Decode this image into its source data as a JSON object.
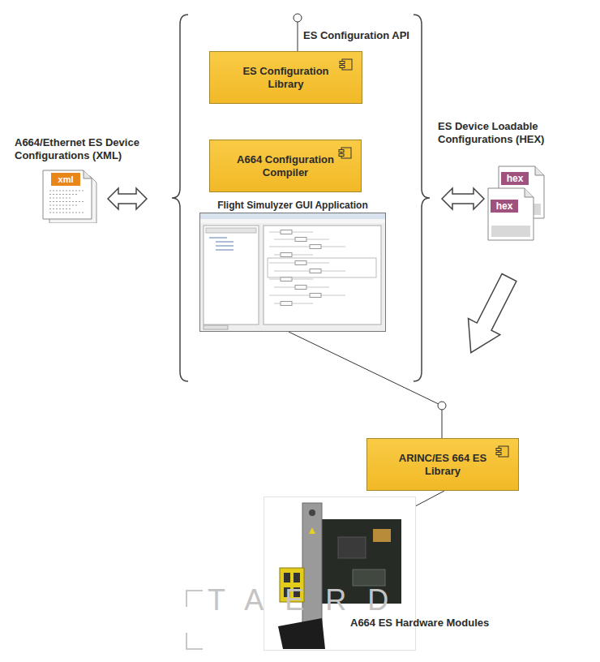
{
  "diagram": {
    "nodes": [
      {
        "text": [
          "ES Configuration Library"
        ]
      },
      {
        "text": [
          "A664/Ethernet ES Device Configurations (XML)",
          "xml"
        ]
      },
      {
        "text": [
          "A664 Configuration Compiler"
        ]
      },
      {
        "text": [
          "ES Device Loadable Configurations (HEX)",
          "hex",
          "hex"
        ]
      },
      {
        "text": [
          "Flight Simulyzer GUI Application"
        ]
      },
      {
        "text": [
          "ARINC/ES 664 ES Library"
        ]
      },
      {
        "text": [
          "A664 ES Hardware Modules"
        ]
      }
    ],
    "edges": [
      {
        "from": 4,
        "to": 5,
        "arrow": "none"
      },
      {
        "from": 5,
        "to": 6,
        "arrow": "to"
      }
    ],
    "labels": [
      "ES Configuration API",
      "TAERD"
    ]
  }
}
